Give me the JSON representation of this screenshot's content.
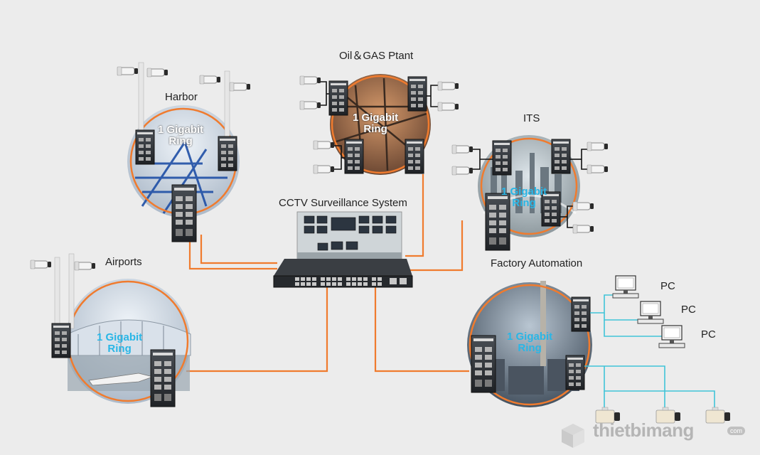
{
  "center": {
    "label": "CCTV Surveillance System"
  },
  "sites": {
    "harbor": {
      "label": "Harbor",
      "ring": [
        "1 Gigabit",
        "Ring"
      ]
    },
    "oilgas": {
      "label": "Oil＆GAS  Ptant",
      "ring": [
        "1 Gigabit",
        "Ring"
      ]
    },
    "its": {
      "label": "ITS",
      "ring": [
        "1 Gigabit",
        "Ring"
      ]
    },
    "airports": {
      "label": "Airports",
      "ring": [
        "1 Gigabit",
        "Ring"
      ]
    },
    "factory": {
      "label": "Factory Automation",
      "ring": [
        "1 Gigabit",
        "Ring"
      ]
    }
  },
  "pcs": [
    "PC",
    "PC",
    "PC"
  ],
  "watermark": {
    "text": "thietbimang",
    "suffix": "com"
  },
  "colors": {
    "link": "#f07b2e",
    "ring": "#f07b2e",
    "lan": "#40c4d8",
    "switch": "#2b2f33"
  },
  "icons": [
    "ip-camera-icon",
    "industrial-switch-icon",
    "pc-monitor-icon",
    "box-camera-icon",
    "poe-switch-icon"
  ]
}
